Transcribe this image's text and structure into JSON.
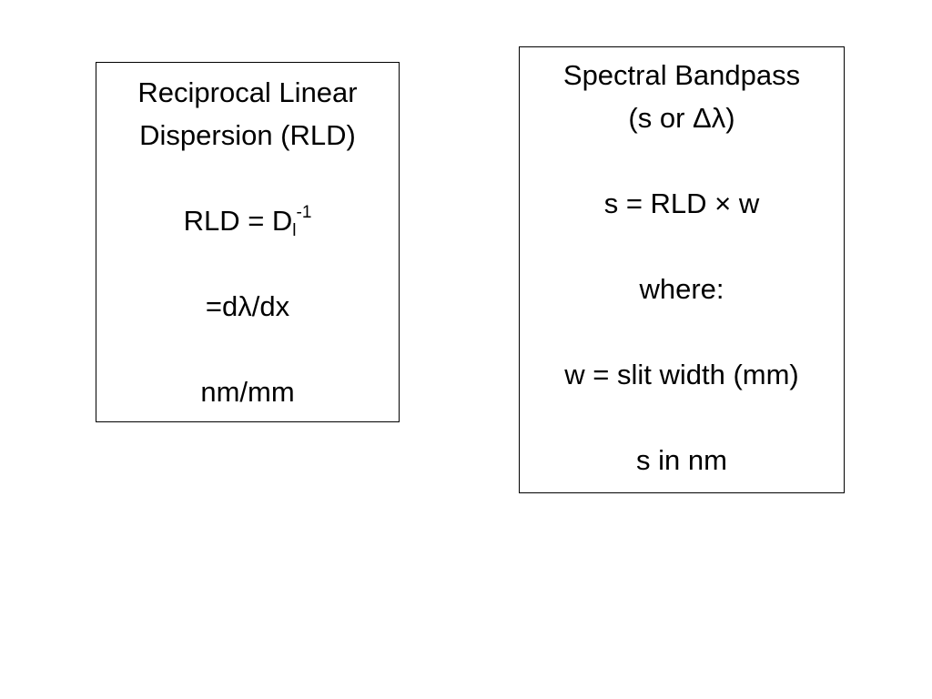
{
  "left_box": {
    "title_line1": "Reciprocal Linear",
    "title_line2": "Dispersion (RLD)",
    "formula_base": "RLD = D",
    "formula_subscript": "l",
    "formula_superscript": "-1",
    "derivative": "=dλ/dx",
    "units": "nm/mm"
  },
  "right_box": {
    "title_line1": "Spectral Bandpass",
    "title_line2": "(s or Δλ)",
    "formula": "s = RLD × w",
    "where_label": "where:",
    "slit_definition": "w = slit width (mm)",
    "s_units": "s in nm"
  }
}
